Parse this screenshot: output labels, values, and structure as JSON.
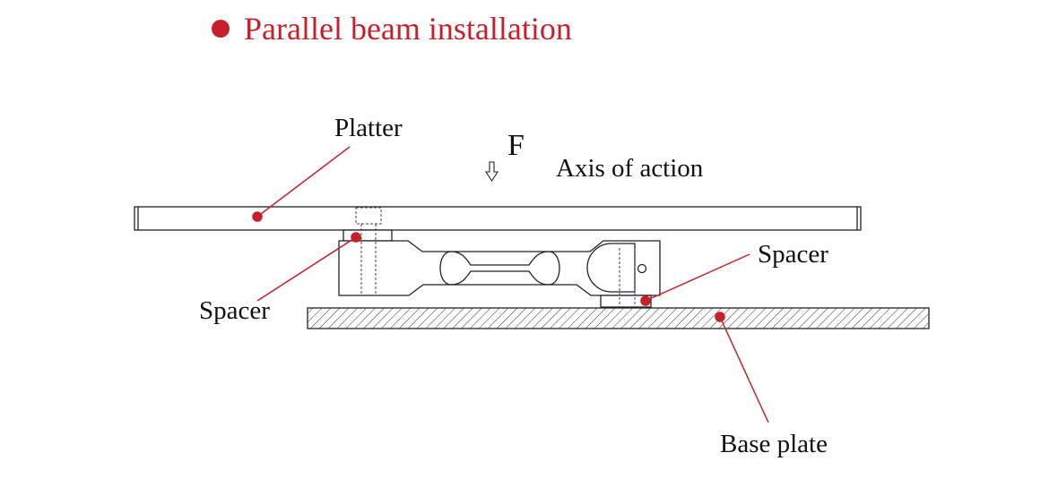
{
  "title": "Parallel beam installation",
  "labels": {
    "platter": "Platter",
    "force": "F",
    "axis": "Axis of action",
    "spacer_left": "Spacer",
    "spacer_right": "Spacer",
    "base_plate": "Base plate"
  },
  "colors": {
    "accent": "#c8202b",
    "line": "#222222"
  }
}
